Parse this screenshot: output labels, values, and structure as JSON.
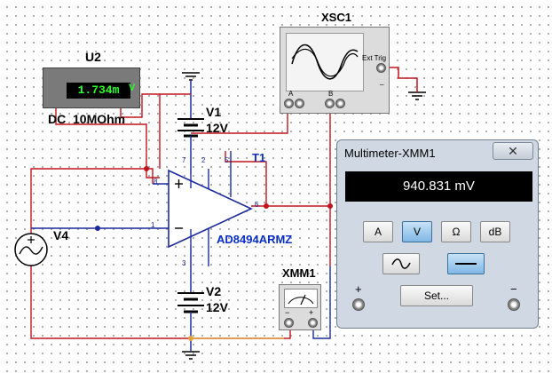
{
  "schematic": {
    "u2": {
      "ref": "U2",
      "reading": "1.734m",
      "unit": "V",
      "mode": "DC  10MOhm"
    },
    "xsc1": {
      "ref": "XSC1",
      "channel_a": "A",
      "channel_b": "B",
      "ext_trig": "Ext Trig"
    },
    "v1": {
      "ref": "V1",
      "value": "12V"
    },
    "v2": {
      "ref": "V2",
      "value": "12V"
    },
    "v4": {
      "ref": "V4"
    },
    "t1": {
      "ref": "T1",
      "part": "AD8494ARMZ"
    },
    "xmm1": {
      "ref": "XMM1"
    },
    "pins": {
      "p1": "1",
      "p2": "2",
      "p3": "3",
      "p5": "5",
      "p6": "6",
      "p7": "7",
      "p8": "8"
    },
    "colors": {
      "wire_red": "#c0141c",
      "wire_blue": "#1a2a9c",
      "wire_orange": "#e0a040",
      "part_label": "#0a2fc8"
    }
  },
  "multimeter": {
    "title": "Multimeter-XMM1",
    "close_glyph": "✕",
    "display": "940.831 mV",
    "buttons": {
      "amp": "A",
      "volt": "V",
      "ohm": "Ω",
      "db": "dB"
    },
    "selected": "V",
    "set_label": "Set...",
    "plus": "+",
    "minus": "−"
  }
}
